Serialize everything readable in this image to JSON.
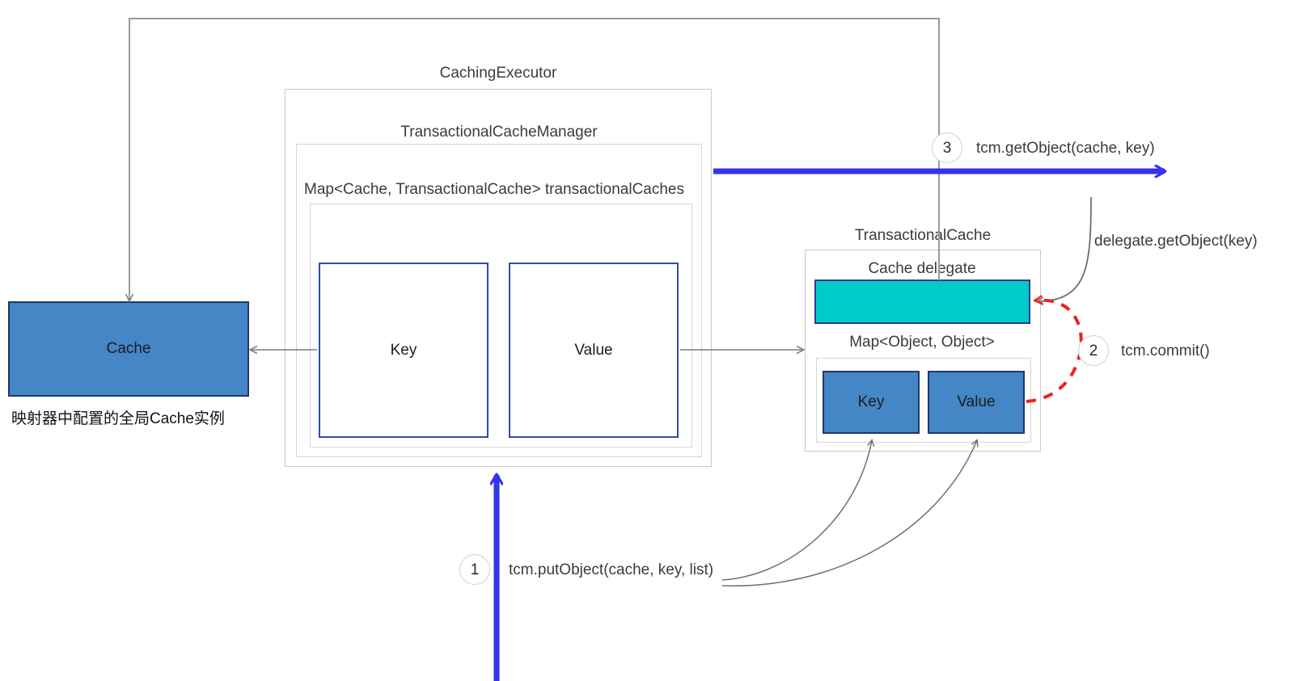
{
  "diagram": {
    "title_note": "MyBatis cache flow diagram",
    "cache_block": {
      "label": "Cache",
      "caption": "映射器中配置的全局Cache实例"
    },
    "caching_executor": {
      "label": "CachingExecutor",
      "transactional_cache_manager": {
        "label": "TransactionalCacheManager",
        "map_label": "Map<Cache, TransactionalCache> transactionalCaches",
        "entries": [
          {
            "label": "Key"
          },
          {
            "label": "Value"
          }
        ]
      }
    },
    "transactional_cache": {
      "label": "TransactionalCache",
      "delegate_label": "Cache delegate",
      "map_label": "Map<Object, Object>",
      "entries": [
        {
          "label": "Key"
        },
        {
          "label": "Value"
        }
      ]
    },
    "steps": [
      {
        "number": "1",
        "text": "tcm.putObject(cache, key, list)"
      },
      {
        "number": "2",
        "text": "tcm.commit()"
      },
      {
        "number": "3",
        "text": "tcm.getObject(cache, key)"
      }
    ],
    "annotations": [
      {
        "text": "delegate.getObject(key)"
      }
    ],
    "colors": {
      "blue_fill": "#4486c6",
      "blue_stroke": "#1f3864",
      "teal_fill": "#00cbcb",
      "teal_stroke": "#2f3d8f",
      "white_box_stroke": "#2f4e9e",
      "arrow_blue": "#3333ee",
      "arrow_red": "#ef2020",
      "arrow_gray": "#808080",
      "container_stroke": "#c9c9c9"
    }
  }
}
